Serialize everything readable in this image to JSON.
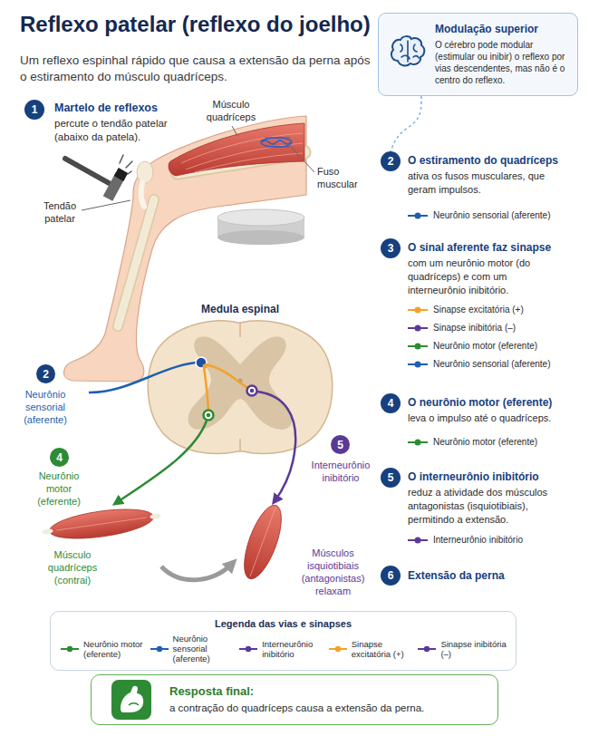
{
  "diagram": {
    "title": "Reflexo patelar (reflexo do joelho)",
    "nodes": [
      {
        "text": [
          "Modulação superior",
          "O cérebro pode modular (estimular ou inibir) o reflexo por vias descendentes, mas não é o centro do reflexo."
        ]
      },
      {
        "text": [
          "1"
        ]
      },
      {
        "text": [
          "2"
        ]
      },
      {
        "text": [
          "3"
        ]
      },
      {
        "text": [
          "2"
        ]
      },
      {
        "text": [
          "4"
        ]
      },
      {
        "text": [
          "4"
        ]
      },
      {
        "text": [
          "5"
        ]
      },
      {
        "text": [
          "5"
        ]
      },
      {
        "text": [
          "6"
        ]
      },
      {
        "text": [
          "Legenda das vias e sinapses"
        ]
      },
      {
        "text": [
          "Resposta final:",
          "a contração do quadríceps causa a extensão da perna."
        ]
      }
    ],
    "edges": [
      {
        "from": 0,
        "to": 2,
        "arrow": "none"
      }
    ],
    "labels": [
      "Um reflexo espinhal rápido que causa a extensão da perna após o estiramento do músculo quadríceps.",
      "Martelo de reflexos",
      "percute o tendão patelar (abaixo da patela).",
      "Músculo quadríceps",
      "Fuso muscular",
      "Tendão patelar",
      "O estiramento do quadríceps",
      "ativa os fusos musculares, que geram impulsos.",
      "Neurônio sensorial (aferente)",
      "O sinal aferente faz sinapse",
      "com um neurônio motor (do quadríceps) e com um interneurônio inibitório.",
      "Sinapse excitatória (+)",
      "Sinapse inibitória (–)",
      "Neurônio motor (eferente)",
      "Neurônio sensorial (aferente)",
      "Medula espinal",
      "Neurônio sensorial (aferente)",
      "O neurônio motor (eferente)",
      "leva o impulso até o quadríceps.",
      "Neurônio motor (eferente)",
      "Interneurônio inibitório",
      "Neurônio motor (eferente)",
      "O interneurônio inibitório",
      "reduz a atividade dos músculos antagonistas (isquiotibiais), permitindo a extensão.",
      "Interneurônio inibitório",
      "Músculo quadríceps (contrai)",
      "Músculos isquiotibiais (antagonistas) relaxam",
      "Extensão da perna"
    ],
    "legend": [
      {
        "text": "Neurônio motor (eferente)"
      },
      {
        "text": "Neurônio sensorial (aferente)"
      },
      {
        "text": "Interneurônio inibitório"
      },
      {
        "text": "Sinapse excitatória (+)"
      },
      {
        "text": "Sinapse inibitória (–)"
      }
    ]
  }
}
